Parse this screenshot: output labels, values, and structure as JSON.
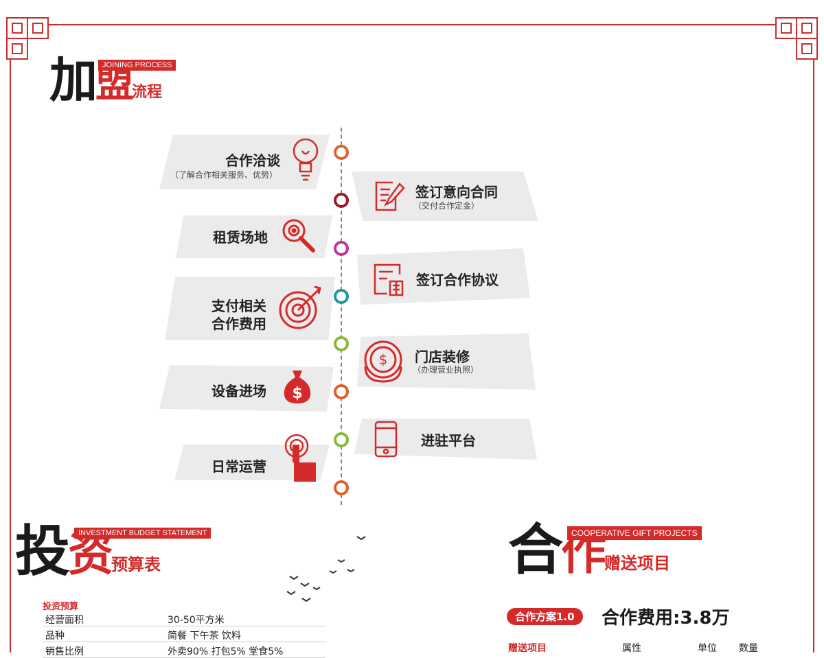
{
  "joining": {
    "big1": "加",
    "big2": "盟",
    "small": "流程",
    "tag": "JOINING PROCESS"
  },
  "steps": [
    {
      "title": "合作洽谈",
      "note": "（了解合作相关服务、优势）",
      "icon": "lightbulb-icon"
    },
    {
      "title": "签订意向合同",
      "note": "（交付合作定金）",
      "icon": "contract-pen-icon"
    },
    {
      "title": "租赁场地",
      "note": "",
      "icon": "magnifier-icon"
    },
    {
      "title": "签订合作协议",
      "note": "",
      "icon": "agreement-doc-icon"
    },
    {
      "title": "支付相关",
      "title2": "合作费用",
      "note": "",
      "icon": "target-icon"
    },
    {
      "title": "门店装修",
      "note": "（办理营业执照）",
      "icon": "coin-icon"
    },
    {
      "title": "设备进场",
      "note": "",
      "icon": "money-bag-icon"
    },
    {
      "title": "进驻平台",
      "note": "",
      "icon": "phone-icon"
    },
    {
      "title": "日常运营",
      "note": "",
      "icon": "click-hand-icon"
    }
  ],
  "investment": {
    "big1": "投",
    "big2": "资",
    "small": "预算表",
    "tag": "INVESTMENT BUDGET STATEMENT",
    "table_title": "投资预算",
    "rows": [
      {
        "k": "经营面积",
        "v": "30-50平方米"
      },
      {
        "k": "品种",
        "v": "简餐  下午茶  饮料"
      },
      {
        "k": "销售比例",
        "v": "外卖90%  打包5%  堂食5%"
      }
    ]
  },
  "gifts": {
    "big1": "合",
    "big2": "作",
    "small": "赠送项目",
    "tag": "COOPERATIVE GIFT PROJECTS",
    "plan_badge": "合作方案1.0",
    "fee": "合作费用:3.8万",
    "columns": [
      "赠送项目",
      "属性",
      "单位",
      "数量"
    ]
  },
  "colors": {
    "accent": "#d42a2a",
    "card": "#ebebeb",
    "line": "#888888"
  }
}
